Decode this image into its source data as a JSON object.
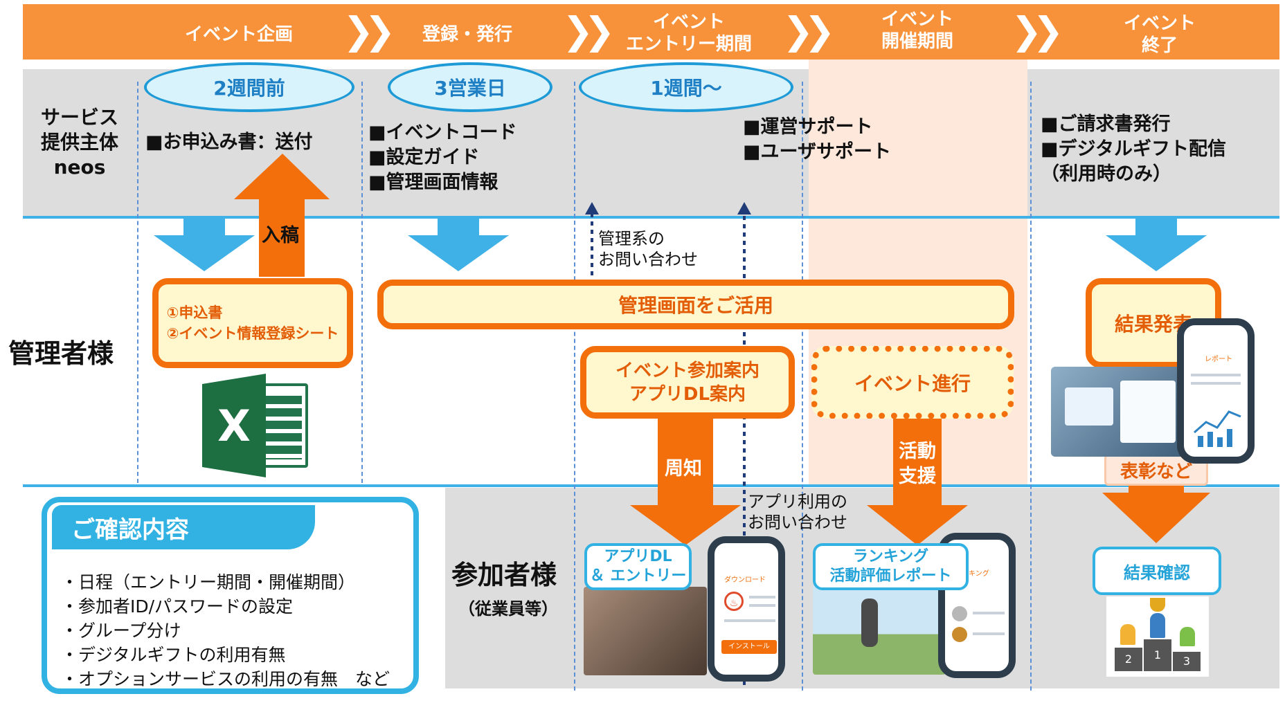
{
  "stages": [
    "イベント企画",
    "登録・発行",
    "イベント\nエントリー期間",
    "イベント\n開催期間",
    "イベント\n終了"
  ],
  "durations": [
    "2週間前",
    "3営業日",
    "1週間〜"
  ],
  "rows": {
    "provider": "サービス\n提供主体\nneos",
    "admin": "管理者様",
    "participant": "参加者様",
    "participant_sub": "（従業員等）"
  },
  "provider_items": {
    "planning": "■お申込み書：送付",
    "registration": "■イベントコード\n■設定ガイド\n■管理画面情報",
    "support": "■運営サポート\n■ユーザサポート",
    "end": "■ご請求書発行\n■デジタルギフト配信\n（利用時のみ）"
  },
  "arrow_labels": {
    "submit": "入稿",
    "notify": "周知",
    "activity": "活動\n支援",
    "award": "表彰など"
  },
  "inquiries": {
    "admin": "管理系の\nお問い合わせ",
    "app": "アプリ利用の\nお問い合わせ"
  },
  "admin_boxes": {
    "application": "①申込書\n②イベント情報登録シート",
    "dashboard": "管理画面をご活用",
    "guide": "イベント参加案内\nアプリDL案内",
    "progress": "イベント進行",
    "results": "結果発表"
  },
  "participant_boxes": {
    "entry": "アプリDL\n＆ エントリー",
    "ranking": "ランキング\n活動評価レポート",
    "confirm": "結果確認"
  },
  "phone_screens": {
    "download": "ダウンロード",
    "install": "インストール",
    "ranking": "ランキング",
    "report": "レポート"
  },
  "excel_icon": "X",
  "podium": [
    "2",
    "1",
    "3"
  ],
  "confirm_panel": {
    "title": "ご確認内容",
    "items": [
      "・日程（エントリー期間・開催期間）",
      "・参加者ID/パスワードの設定",
      "・グループ分け",
      "・デジタルギフトの利用有無",
      "・オプションサービスの利用の有無　など"
    ]
  },
  "colors": {
    "orange": "#f7923a",
    "arrow_orange": "#f26f0c",
    "blue": "#3fb1e6",
    "gray_band": "#dcdcdc"
  }
}
